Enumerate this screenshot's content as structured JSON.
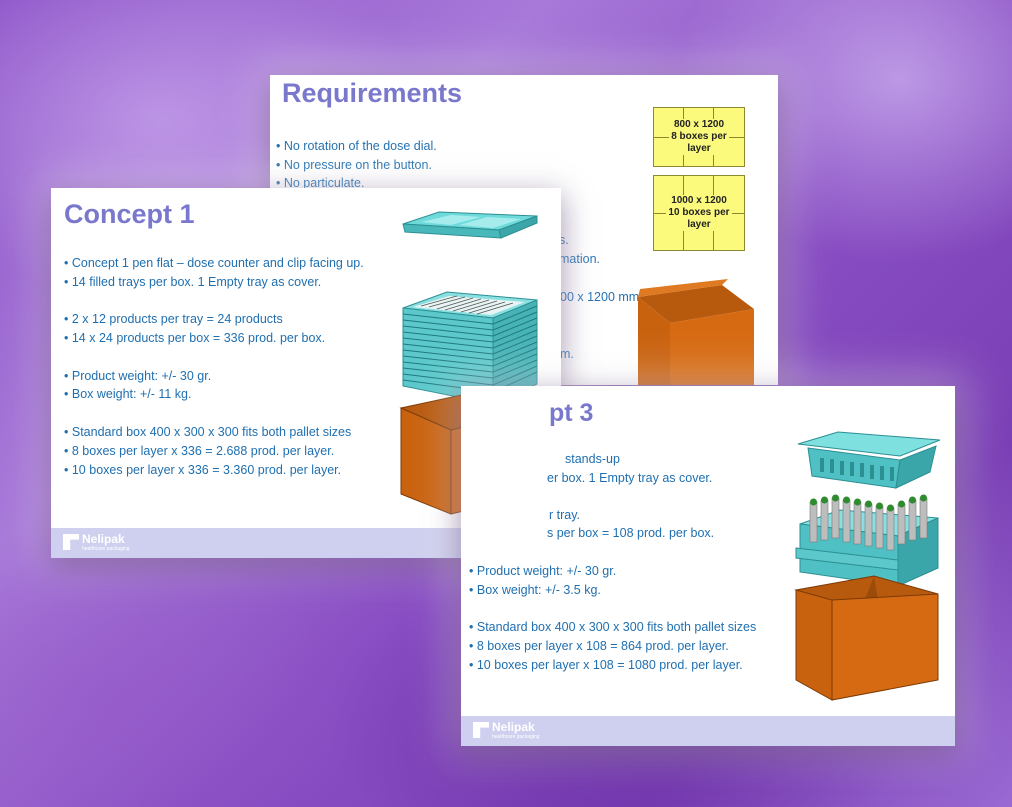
{
  "slides": {
    "requirements": {
      "title": "Requirements",
      "bullets": [
        "No rotation of the dose dial.",
        "No pressure on the button.",
        "No particulate.",
        "s.",
        "mation.",
        "00 x 1200 mm.",
        "m."
      ],
      "pallet_labels": [
        "800 x 1200\n8 boxes per\nlayer",
        "1000 x 1200\n10 boxes per\nlayer"
      ]
    },
    "concept1": {
      "title": "Concept 1",
      "bullets": [
        "Concept 1 pen flat – dose counter and clip facing up.",
        "14 filled trays per box. 1 Empty tray as cover.",
        "2 x 12 products per tray = 24 products",
        "14 x 24 products per box = 336 prod. per box.",
        "Product weight: +/- 30 gr.",
        "Box weight: +/- 11 kg.",
        "Standard box 400 x 300 x 300 fits both pallet sizes",
        "8 boxes per layer x 336 = 2.688 prod. per layer.",
        "10 boxes per layer x 336 = 3.360 prod. per layer."
      ]
    },
    "concept3": {
      "title_visible": "pt 3",
      "bullets": [
        "stands-up",
        "er box. 1 Empty tray as cover.",
        "r tray.",
        "s per box = 108 prod. per box.",
        "Product weight: +/- 30 gr.",
        "Box weight: +/- 3.5 kg.",
        "Standard box 400 x 300 x 300 fits both pallet sizes",
        "8 boxes per layer x 108 = 864 prod. per layer.",
        "10 boxes per layer x 108 = 1080 prod. per layer."
      ]
    }
  },
  "logo": {
    "name": "Nelipak",
    "tagline": "healthcare packaging"
  },
  "colors": {
    "title": "#7a78cc",
    "bullet_text": "#1f6fb0",
    "footer": "#cfd0ef",
    "box_orange": "#d66a12",
    "tray_teal": "#5fd0d0",
    "pallet_yellow": "#fbfa7c"
  }
}
